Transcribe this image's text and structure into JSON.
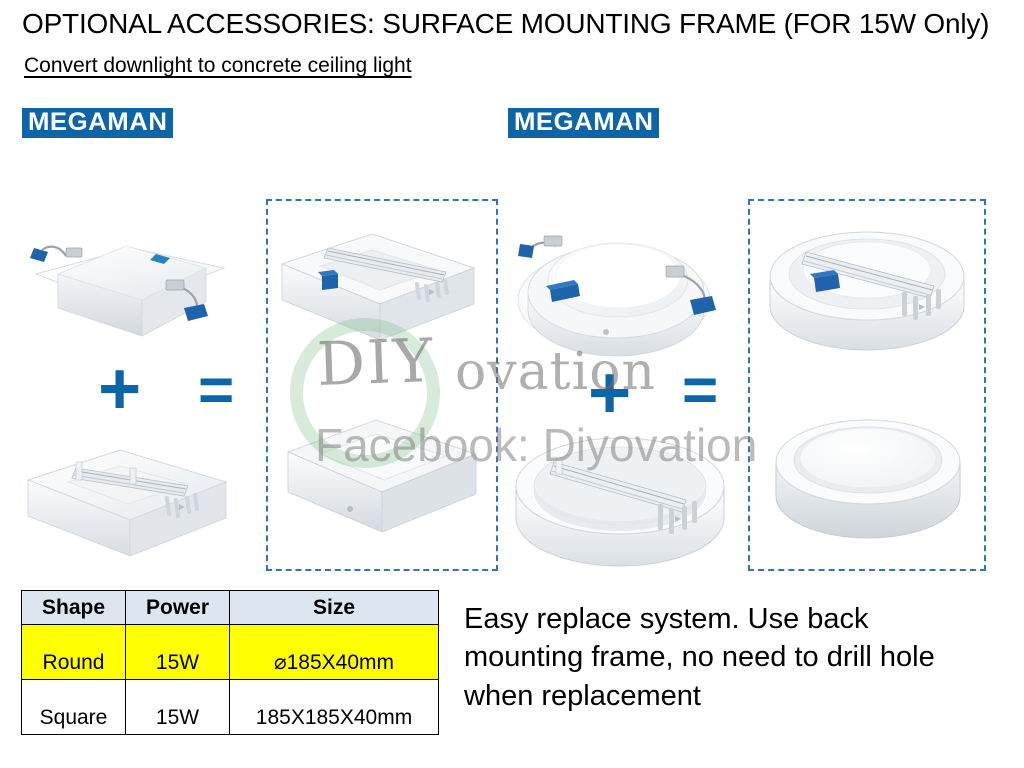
{
  "slide": {
    "title": "OPTIONAL ACCESSORIES: SURFACE MOUNTING FRAME (FOR 15W Only)",
    "subtitle": "Convert downlight to concrete ceiling light",
    "background_color": "#ffffff"
  },
  "brand": {
    "name": "MEGAMAN",
    "logo_bg_color": "#0b65a8",
    "logo_text_color": "#ffffff"
  },
  "operators": {
    "plus": "+",
    "equals": "=",
    "color": "#0b65a8"
  },
  "result_boxes": {
    "border_color": "#2e75b6",
    "border_style": "dashed"
  },
  "products": {
    "square": {
      "downlight_label": "square-recessed-downlight",
      "frame_label": "square-surface-mounting-frame",
      "exploded_label": "square-frame-with-downlight-exploded",
      "assembled_label": "square-surface-mounted-light-assembled"
    },
    "round": {
      "downlight_label": "round-recessed-downlight",
      "frame_label": "round-surface-mounting-frame",
      "exploded_label": "round-frame-with-downlight-exploded",
      "assembled_label": "round-surface-mounted-light-assembled"
    }
  },
  "watermark": {
    "diy": "DIY",
    "ovation": "ovation",
    "facebook": "Facebook: Diyovation",
    "circle_color": "#78be82"
  },
  "spec_table": {
    "headers": [
      "Shape",
      "Power",
      "Size"
    ],
    "header_bg": "#dce6f1",
    "highlight_bg": "#ffff00",
    "rows": [
      {
        "shape": "Round",
        "power": "15W",
        "size": "⌀185X40mm",
        "highlighted": true
      },
      {
        "shape": "Square",
        "power": "15W",
        "size": "185X185X40mm",
        "highlighted": false
      }
    ]
  },
  "note": {
    "text": "Easy replace system. Use back mounting frame, no need to drill hole when replacement"
  }
}
